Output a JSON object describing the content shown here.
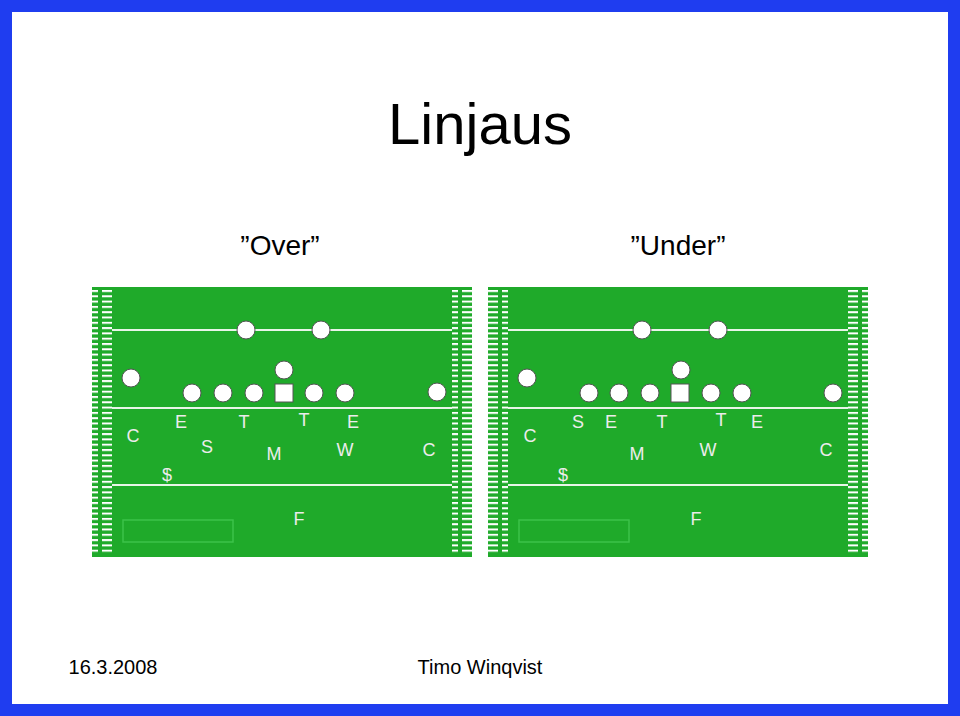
{
  "diagram": {
    "title": "Linjaus",
    "labels": [
      "”Over”",
      "”Under”",
      "C",
      "E",
      "T",
      "T",
      "E",
      "S",
      "M",
      "W",
      "C",
      "$",
      "F",
      "C",
      "S",
      "E",
      "T",
      "T",
      "E",
      "M",
      "W",
      "C",
      "$",
      "F",
      "16.3.2008",
      "Timo Winqvist"
    ]
  }
}
